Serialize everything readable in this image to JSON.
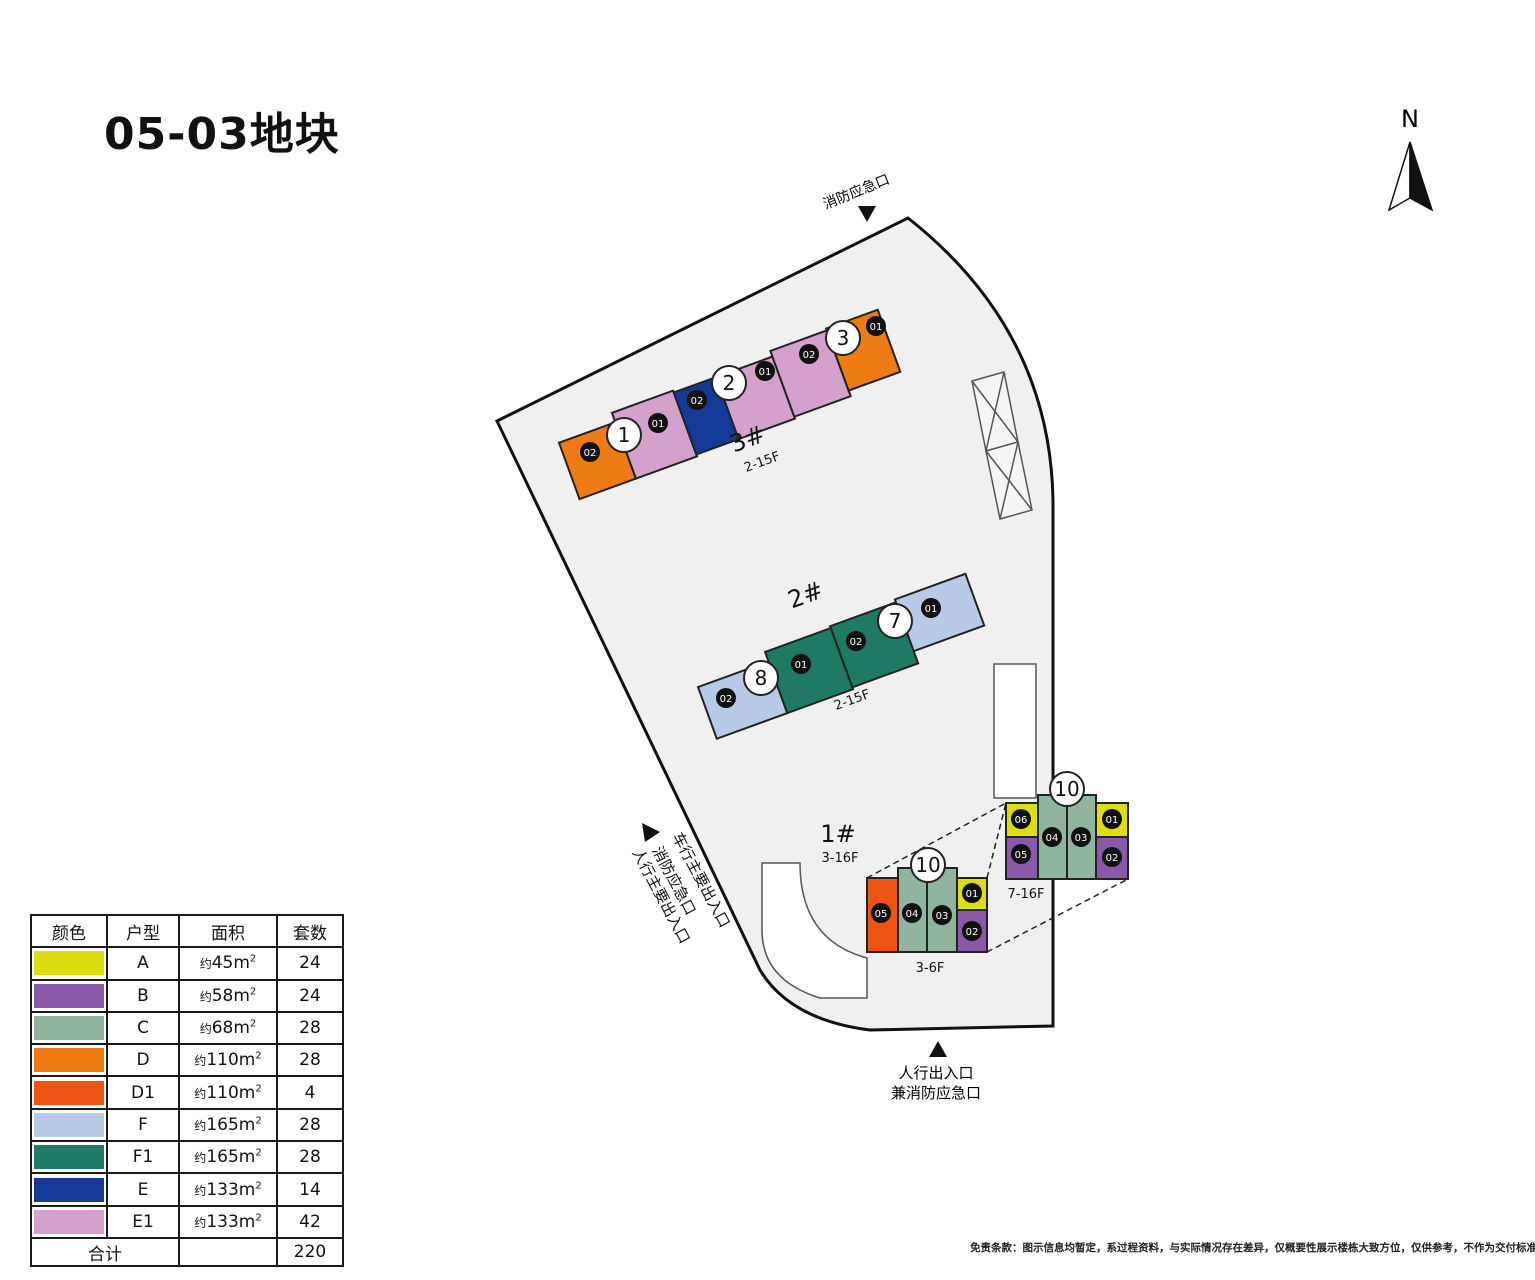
{
  "title": "05-03地块",
  "compass": {
    "label": "N"
  },
  "entrances": {
    "north": "消防应急口",
    "west": [
      "车行主要出入口",
      "消防应急口",
      "人行主要出入口"
    ],
    "south": [
      "人行出入口",
      "兼消防应急口"
    ]
  },
  "buildings": [
    {
      "name": "3#",
      "floors": "2-15F",
      "units": [
        "1",
        "2",
        "3"
      ]
    },
    {
      "name": "2#",
      "floors": "2-15F",
      "units": [
        "7",
        "8"
      ]
    },
    {
      "name": "1#",
      "floors": "3-16F",
      "units": [
        "10"
      ],
      "extra_floor_labels": [
        "3-6F",
        "7-16F"
      ]
    }
  ],
  "room_labels": [
    "01",
    "02",
    "03",
    "04",
    "05",
    "06"
  ],
  "legend": {
    "headers": [
      "颜色",
      "户型",
      "面积",
      "套数"
    ],
    "approx_prefix": "约",
    "area_unit": "m",
    "area_unit_sup": "2",
    "rows": [
      {
        "type": "A",
        "area": "45",
        "count": "24",
        "color": "#dcdd12"
      },
      {
        "type": "B",
        "area": "58",
        "count": "24",
        "color": "#8a5aa8"
      },
      {
        "type": "C",
        "area": "68",
        "count": "28",
        "color": "#8fb59e"
      },
      {
        "type": "D",
        "area": "110",
        "count": "28",
        "color": "#ef7b14"
      },
      {
        "type": "D1",
        "area": "110",
        "count": "4",
        "color": "#ee5512"
      },
      {
        "type": "F",
        "area": "165",
        "count": "28",
        "color": "#b7cbe8"
      },
      {
        "type": "F1",
        "area": "165",
        "count": "28",
        "color": "#1f7a64"
      },
      {
        "type": "E",
        "area": "133",
        "count": "14",
        "color": "#133a97"
      },
      {
        "type": "E1",
        "area": "133",
        "count": "42",
        "color": "#d4a0cc"
      }
    ],
    "total_label": "合计",
    "total": "220"
  },
  "disclaimer": "免责条款：图示信息均暂定，系过程资料，与实际情况存在差异，仅概要性展示楼栋大致方位，仅供参考，不作为交付标准。"
}
